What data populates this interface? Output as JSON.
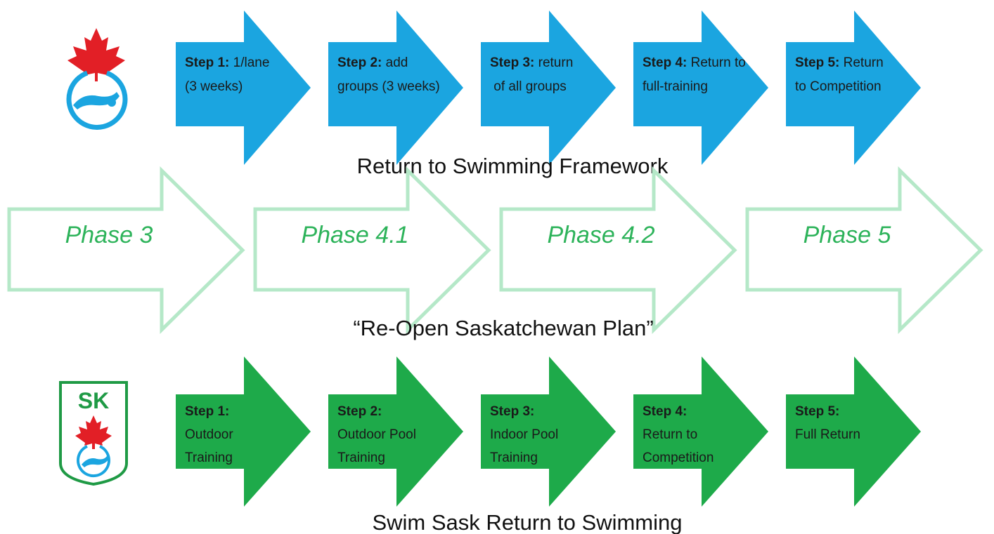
{
  "colors": {
    "blue_arrow": "#1ba5e0",
    "green_arrow": "#1eaa4a",
    "phase_outline": "#b5e8c8",
    "phase_text": "#2db35a",
    "maple_red": "#e21f26",
    "ring_blue": "#1ba5e0",
    "sk_green": "#1f9a45"
  },
  "top_row": {
    "logo_icon": "swimming-canada-logo-icon",
    "caption": "Return to Swimming Framework",
    "steps": [
      {
        "label": "Step 1:",
        "lines": [
          "1/lane",
          "(3 weeks)"
        ]
      },
      {
        "label": "Step 2:",
        "lines": [
          "add",
          "groups (3 weeks)"
        ]
      },
      {
        "label": "Step 3:",
        "lines": [
          "return",
          " of  all groups"
        ]
      },
      {
        "label": "Step 4:",
        "lines": [
          "Return to",
          "full-training"
        ]
      },
      {
        "label": "Step 5:",
        "lines": [
          "Return",
          "to Competition"
        ]
      }
    ]
  },
  "middle_row": {
    "caption": "“Re-Open Saskatchewan Plan”",
    "phases": [
      "Phase 3",
      "Phase 4.1",
      "Phase 4.2",
      "Phase 5"
    ]
  },
  "bottom_row": {
    "logo_icon": "swim-sask-logo-icon",
    "logo_text": "SK",
    "caption": "Swim Sask Return to Swimming",
    "steps": [
      {
        "label": "Step 1:",
        "lines": [
          "Outdoor",
          "Training"
        ]
      },
      {
        "label": "Step 2:",
        "lines": [
          "Outdoor Pool",
          "Training"
        ]
      },
      {
        "label": "Step 3:",
        "lines": [
          "Indoor Pool",
          "Training"
        ]
      },
      {
        "label": "Step 4:",
        "lines": [
          "Return to",
          "Competition"
        ]
      },
      {
        "label": "Step 5:",
        "lines": [
          "Full Return"
        ]
      }
    ]
  }
}
